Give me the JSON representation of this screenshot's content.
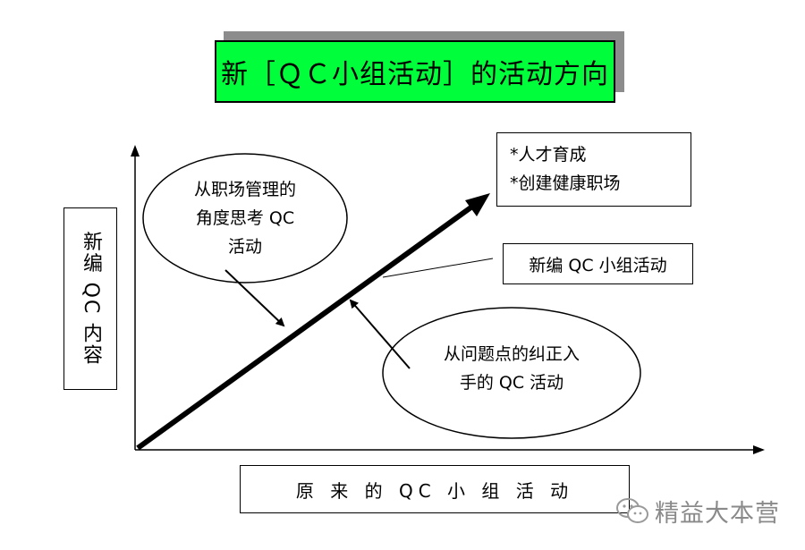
{
  "title": "新［ＱＣ小组活动］的活动方向",
  "y_axis_label": "新编 QC 内容",
  "x_axis_label": "原 来 的 QC 小 组 活 动",
  "target_box": {
    "line1": "*人才育成",
    "line2": "*创建健康职场"
  },
  "trend_label": "新编 QC 小组活动",
  "ellipse_upper": {
    "line1": "从职场管理的",
    "line2": "角度思考 QC",
    "line3": "活动"
  },
  "ellipse_lower": {
    "line1": "从问题点的纠正入",
    "line2": "手的 QC 活动"
  },
  "watermark": "精益大本营",
  "colors": {
    "title_bg": "#00ff3a",
    "title_shadow": "#8c8c8c",
    "line": "#000000"
  }
}
